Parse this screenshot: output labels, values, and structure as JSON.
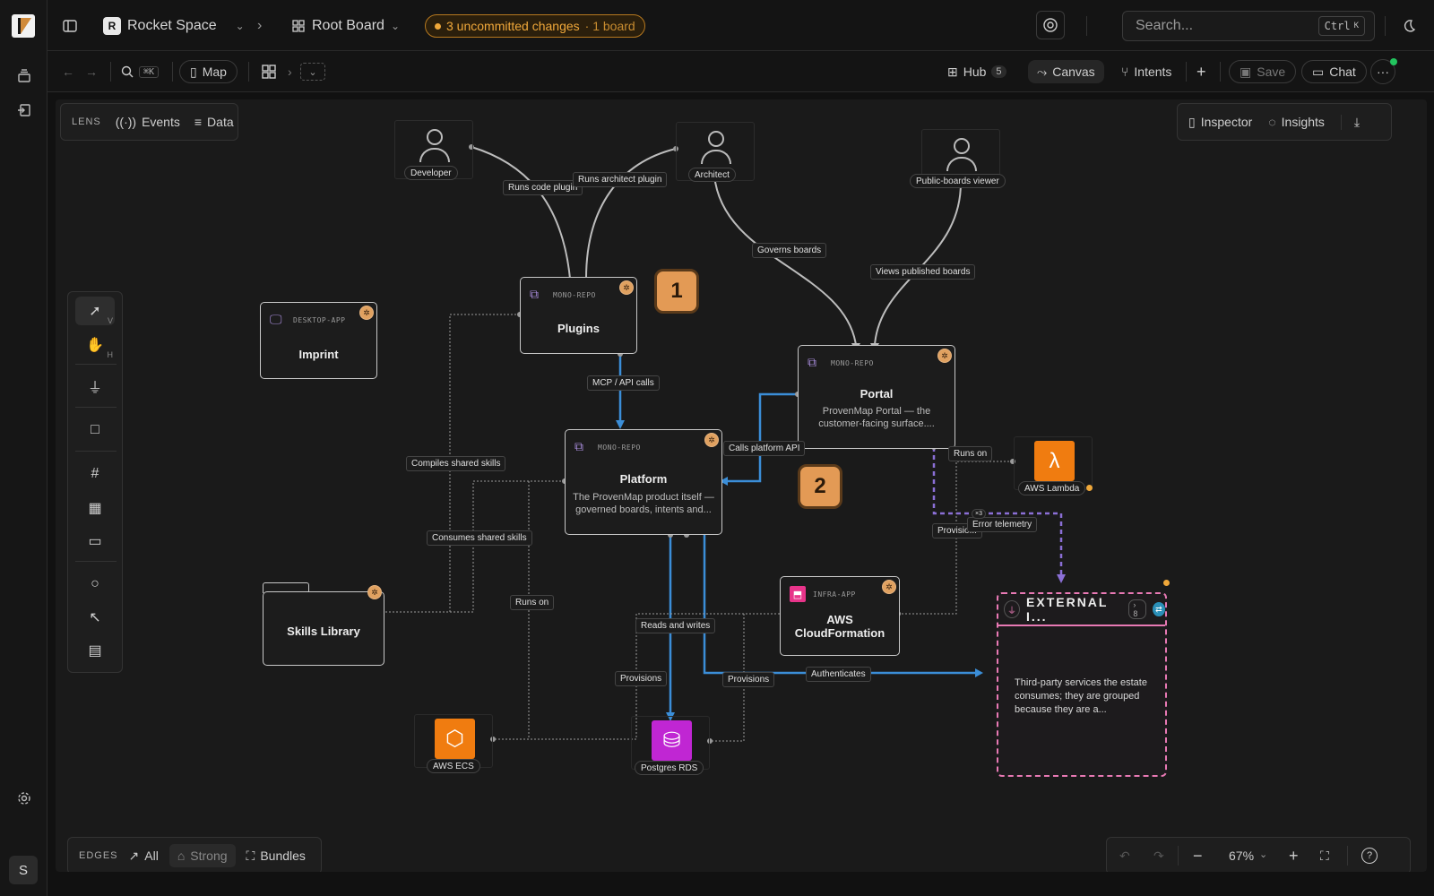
{
  "rail": {
    "avatar_initial": "S"
  },
  "topbar": {
    "workspace_initial": "R",
    "workspace": "Rocket Space",
    "board": "Root Board",
    "changes": "3 uncommitted changes",
    "changes_detail": "· 1 board",
    "search_placeholder": "Search...",
    "search_kbd_1": "Ctrl",
    "search_kbd_2": "K"
  },
  "toolbar": {
    "search_kbd": "⌘K",
    "map": "Map",
    "hub": "Hub",
    "hub_count": "5",
    "canvas": "Canvas",
    "intents": "Intents",
    "save": "Save",
    "chat": "Chat"
  },
  "lens": {
    "caption": "LENS",
    "events": "Events",
    "data": "Data"
  },
  "right_panel": {
    "inspector": "Inspector",
    "insights": "Insights"
  },
  "tools": {
    "select_key": "V",
    "hand_key": "H"
  },
  "actors": {
    "developer": "Developer",
    "architect": "Architect",
    "viewer": "Public-boards viewer"
  },
  "nodes": {
    "imprint": {
      "kind": "DESKTOP-APP",
      "title": "Imprint"
    },
    "plugins": {
      "kind": "MONO-REPO",
      "title": "Plugins"
    },
    "portal": {
      "kind": "MONO-REPO",
      "title": "Portal",
      "desc": "ProvenMap Portal — the customer-facing surface...."
    },
    "platform": {
      "kind": "MONO-REPO",
      "title": "Platform",
      "desc": "The ProvenMap product itself — governed boards, intents and..."
    },
    "skills": {
      "title": "Skills Library"
    },
    "cloudformation": {
      "kind": "INFRA-APP",
      "title": "AWS CloudFormation"
    },
    "external": {
      "title": "EXTERNAL I...",
      "count": "8",
      "desc": "Third-party services the estate consumes; they are grouped because they are a..."
    }
  },
  "services": {
    "lambda": "AWS Lambda",
    "ecs": "AWS ECS",
    "rds": "Postgres RDS"
  },
  "markers": {
    "one": "1",
    "two": "2"
  },
  "edge_labels": {
    "runs_code_plugin": "Runs code plugin",
    "runs_architect_plugin": "Runs architect plugin",
    "governs_boards": "Governs boards",
    "views_published_boards": "Views published boards",
    "mcp_api": "MCP / API calls",
    "calls_platform_api": "Calls platform API",
    "runs_on_portal": "Runs on",
    "compiles_shared_skills": "Compiles shared skills",
    "consumes_shared_skills": "Consumes shared skills",
    "runs_on_platform": "Runs on",
    "reads_and_writes": "Reads and writes",
    "provisions_a": "Provisions",
    "provisions_b": "Provisions",
    "provisions_c": "Provisio...",
    "authenticates": "Authenticates",
    "error_telemetry": "Error telemetry",
    "x3": "×3"
  },
  "edges_bar": {
    "caption": "EDGES",
    "all": "All",
    "strong": "Strong",
    "bundles": "Bundles"
  },
  "zoom": {
    "level": "67%"
  },
  "colors": {
    "accent_orange": "#f0a83a",
    "edge_blue": "#3b8ed8",
    "edge_purple": "#8b6fd6",
    "external_pink": "#e879b4",
    "ecs_orange": "#f07c10",
    "rds_magenta": "#c026d3"
  }
}
